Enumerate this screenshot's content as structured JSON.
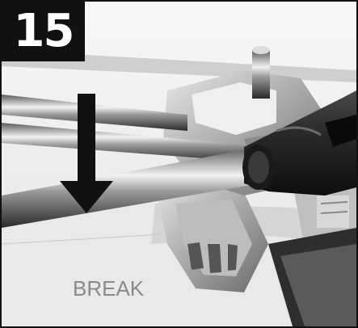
{
  "step": {
    "number": "15"
  },
  "caption": {
    "text": "BREAK"
  },
  "icons": {
    "arrow": "down-arrow-icon",
    "photo": "tile-cutter-photo"
  },
  "colors": {
    "badge_bg": "#111111",
    "badge_text": "#ffffff",
    "caption_text": "#8a8a8a",
    "border": "#111111"
  }
}
